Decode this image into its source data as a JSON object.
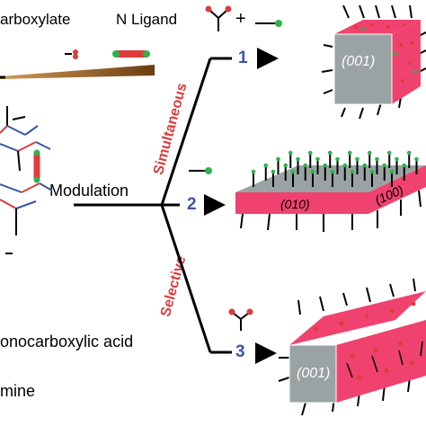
{
  "legend": {
    "carboxylate": "arboxylate",
    "n_ligand": "N Ligand",
    "plus": "+"
  },
  "modulation": "Modulation",
  "paths": {
    "simultaneous": "Simultaneous",
    "selective": "Selective",
    "n1": "1",
    "n2": "2",
    "n3": "3"
  },
  "bottom": {
    "acid": "onocarboxylic acid",
    "amine": "mine"
  },
  "faces": {
    "cube": "(001)",
    "plate_front": "(010)",
    "plate_side": "(100)",
    "rod_end": "(001)"
  },
  "colors": {
    "pink": "#f0426e",
    "grey": "#9aa3a3",
    "green": "#2db34a",
    "red": "#e03b3b",
    "blue": "#3a55a4"
  }
}
